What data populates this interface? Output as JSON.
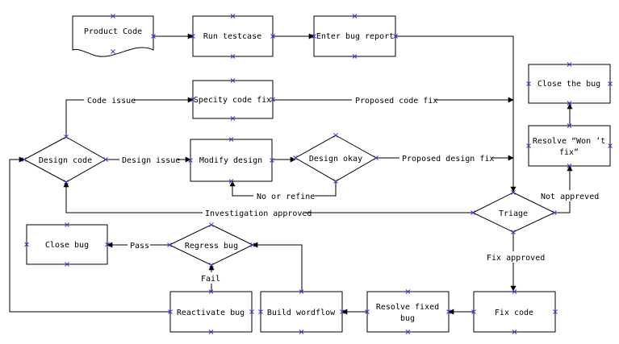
{
  "nodes": {
    "product_code": "Product Code",
    "run_testcase": "Run testcase",
    "enter_bug_report": "Enter bug report",
    "close_the_bug": "Close the bug",
    "specify_code_fix": "Specity code fix",
    "design_code": "Design code",
    "modify_design": "Modify design",
    "design_okay": "Design okay",
    "resolve_wont_fix_line1": "Resolve  “Won ’t",
    "resolve_wont_fix_line2": "fix”",
    "triage": "Triage",
    "close_bug": "Close bug",
    "regress_bug": "Regress bug",
    "reactivate_bug": "Reactivate bug",
    "build_workflow": "Build wordflow",
    "resolve_fixed_line1": "Resolve fixed",
    "resolve_fixed_line2": "bug",
    "fix_code": "Fix code"
  },
  "edges": {
    "code_issue": "Code issue",
    "proposed_code_fix": "Proposed code fix",
    "design_issue": "Design issue",
    "proposed_design_fix": "Proposed design fix",
    "no_or_refine": "No or refine",
    "investigation_approved": "Investigation approved",
    "not_approved": "Not appreved",
    "fix_approved": "Fix approved",
    "pass": "Pass",
    "fail": "Fail"
  }
}
